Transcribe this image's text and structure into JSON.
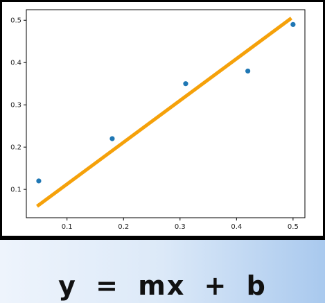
{
  "chart_data": {
    "type": "scatter",
    "x": [
      0.05,
      0.18,
      0.31,
      0.42,
      0.5
    ],
    "y": [
      0.12,
      0.22,
      0.35,
      0.38,
      0.49
    ],
    "fit_line": {
      "x": [
        0.047,
        0.497
      ],
      "y": [
        0.06,
        0.505
      ]
    },
    "xticks": [
      "0.1",
      "0.2",
      "0.3",
      "0.4",
      "0.5"
    ],
    "yticks": [
      "0.1",
      "0.2",
      "0.3",
      "0.4",
      "0.5"
    ],
    "xlim": [
      0.028,
      0.521
    ],
    "ylim": [
      0.033,
      0.525
    ],
    "grid": false,
    "point_color": "#1f77b4",
    "line_color": "#f5a10a"
  },
  "equation": "y = mx + b"
}
